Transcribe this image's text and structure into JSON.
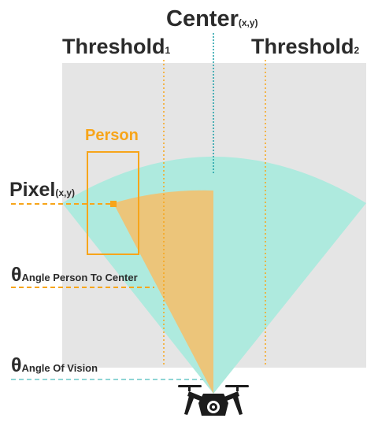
{
  "labels": {
    "center": "Center",
    "center_sub": "(x,y)",
    "threshold1": "Threshold",
    "threshold1_sub": "1",
    "threshold2": "Threshold",
    "threshold2_sub": "2",
    "person": "Person",
    "pixel": "Pixel",
    "pixel_sub": "(x,y)",
    "theta_person": "θ",
    "theta_person_sub": "Angle Person To Center",
    "theta_vision": "θ",
    "theta_vision_sub": "Angle Of Vision"
  },
  "colors": {
    "frame": "#e5e5e5",
    "vision_cone": "#aeeade",
    "person_wedge": "#ecc57a",
    "accent_orange": "#f7a51a",
    "center_line": "#1a9ea6",
    "vision_line": "#8fd5d5",
    "drone": "#1c1c1c",
    "text": "#2b2b2b"
  },
  "icons": {
    "drone": "drone-icon"
  }
}
